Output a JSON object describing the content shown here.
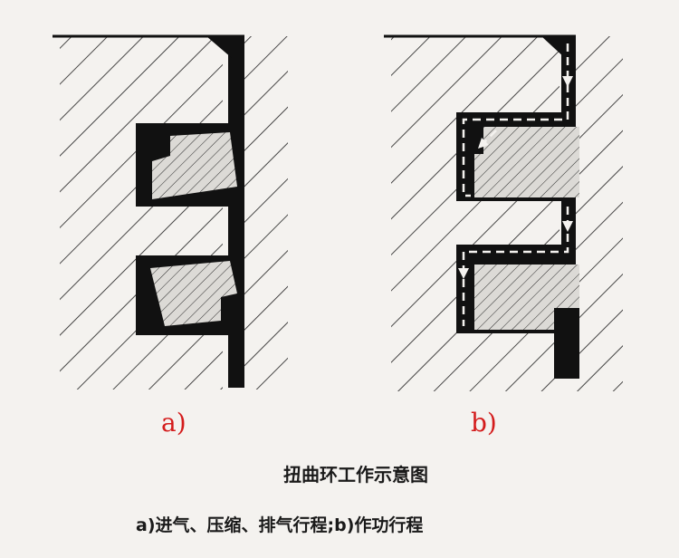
{
  "figure": {
    "label_a": "a)",
    "label_b": "b)",
    "title": "扭曲环工作示意图",
    "caption": "a)进气、压缩、排气行程;b)作功行程"
  },
  "colors": {
    "ink": "#111111",
    "paper": "#f4f2ef",
    "label": "#d41c1c"
  }
}
